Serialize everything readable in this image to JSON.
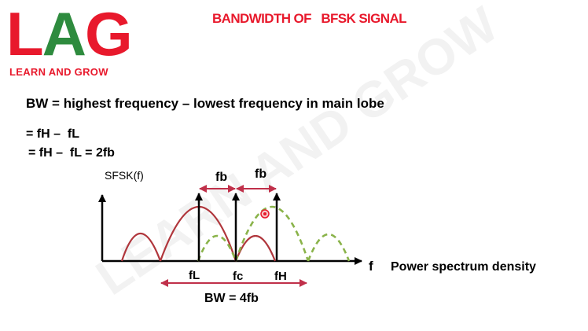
{
  "logo": {
    "letters": [
      "L",
      "A",
      "G"
    ],
    "tagline": "LEARN AND GROW"
  },
  "title": "BANDWIDTH OF   BFSK SIGNAL",
  "equations": {
    "bw_definition": "BW = highest frequency – lowest frequency in main lobe",
    "step1": "= fH –  fL",
    "step2": "= fH –  fL = 2fb"
  },
  "diagram": {
    "y_axis_label": "SFSK(f)",
    "x_axis_label": "f",
    "markers": {
      "fL": "fL",
      "fc": "fc",
      "fH": "fH"
    },
    "spacing_labels": [
      "fb",
      "fb"
    ],
    "bandwidth_label": "BW = 4fb",
    "caption": "Power spectrum density"
  },
  "watermark": "LEARN AND GROW",
  "colors": {
    "accent_red": "#e8192c",
    "logo_green": "#2e8b3e",
    "lobe_red": "#b0363c",
    "lobe_green": "#8ab34a",
    "arrow": "#c0304a",
    "axis": "#000000"
  }
}
